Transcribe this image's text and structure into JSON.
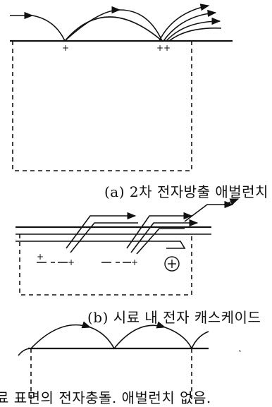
{
  "panels": [
    {
      "id": "a",
      "caption": "(a) 2차 전자방출 애벌런치",
      "markers": [
        "+",
        "++"
      ]
    },
    {
      "id": "b",
      "caption": "(b) 시료 내 전자 캐스케이드",
      "markers": [
        "+",
        "+",
        "+"
      ]
    },
    {
      "id": "c",
      "caption": "료 표면의 전자충돌. 애벌런치 없음.",
      "markers": []
    }
  ],
  "colors": {
    "ink": "#111111",
    "background": "#ffffff"
  },
  "icons": [
    "arrowhead-icon",
    "circled-plus-icon"
  ]
}
